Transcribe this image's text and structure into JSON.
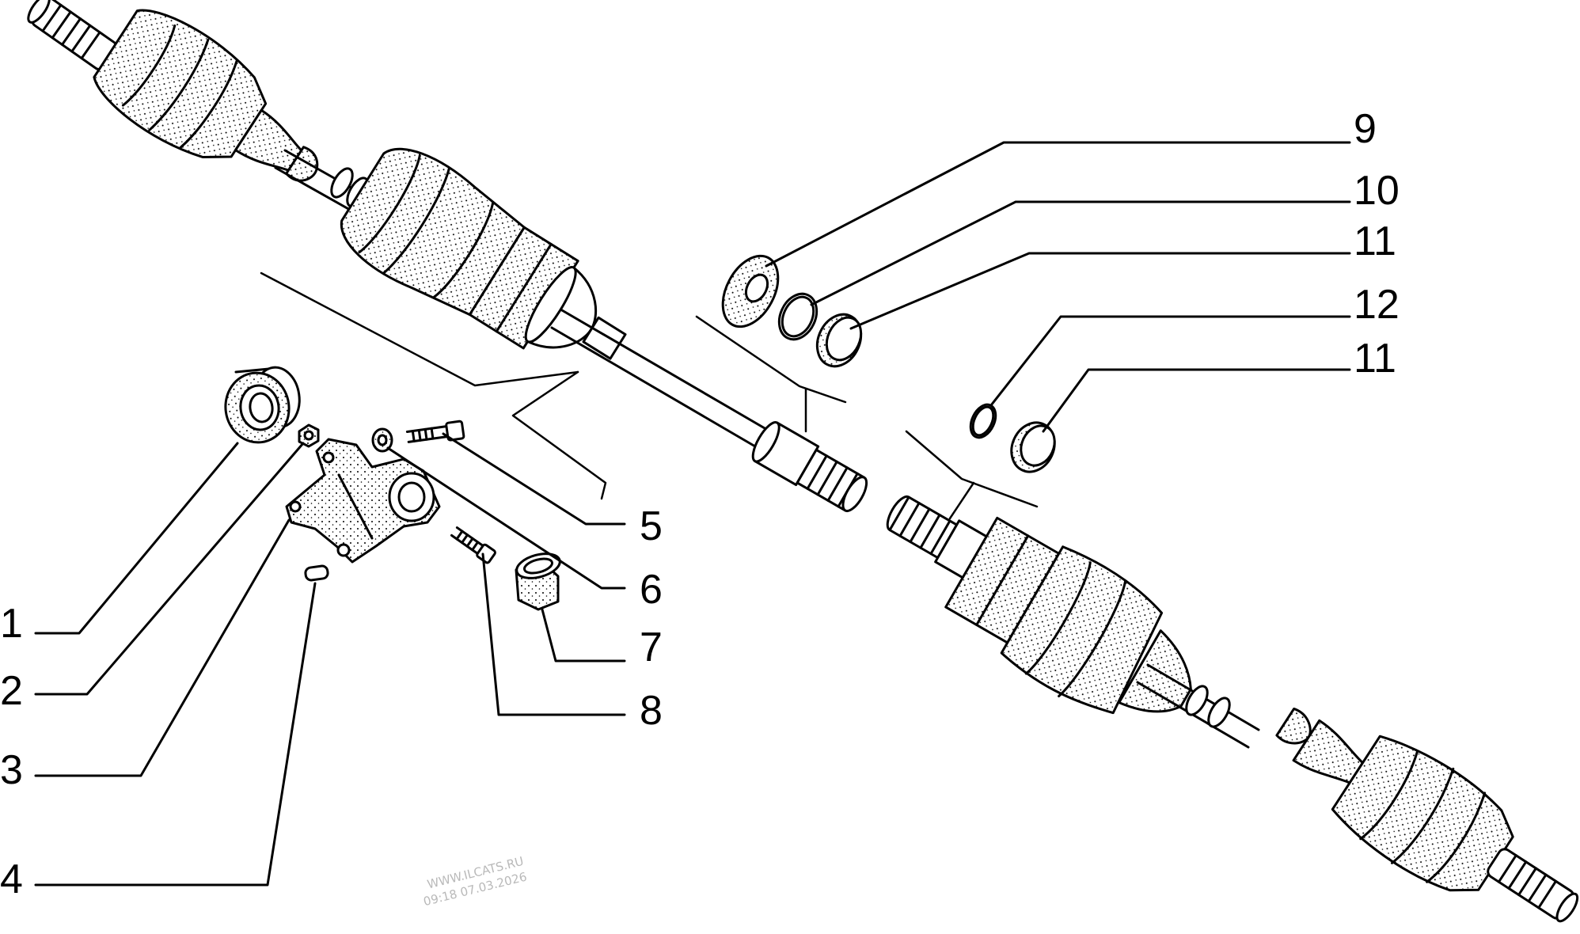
{
  "diagram": {
    "colors": {
      "ink": "#000000",
      "paper": "#ffffff",
      "fill": "#ffffff",
      "watermark": "#b9b9b9"
    },
    "callouts": [
      {
        "id": "c1",
        "label": "1"
      },
      {
        "id": "c2",
        "label": "2"
      },
      {
        "id": "c3",
        "label": "3"
      },
      {
        "id": "c4",
        "label": "4"
      },
      {
        "id": "c5",
        "label": "5"
      },
      {
        "id": "c6",
        "label": "6"
      },
      {
        "id": "c7",
        "label": "7"
      },
      {
        "id": "c8",
        "label": "8"
      },
      {
        "id": "c9",
        "label": "9"
      },
      {
        "id": "c10",
        "label": "10"
      },
      {
        "id": "c11a",
        "label": "11"
      },
      {
        "id": "c12",
        "label": "12"
      },
      {
        "id": "c11b",
        "label": "11"
      }
    ],
    "watermark": {
      "site": "WWW.ILCATS.RU",
      "stamp": "09:18 07.03.2026"
    }
  }
}
